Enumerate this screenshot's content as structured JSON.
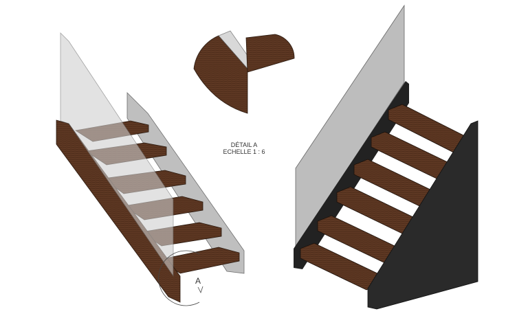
{
  "detail": {
    "title": "DÉTAIL A",
    "scale": "ECHELLE 1 : 6"
  },
  "callout": {
    "label": "A"
  },
  "colors": {
    "wood": "#5a3522",
    "wood_top": "#6b4029",
    "glass": "#c8c8c8",
    "steel": "#2a2a2a"
  }
}
